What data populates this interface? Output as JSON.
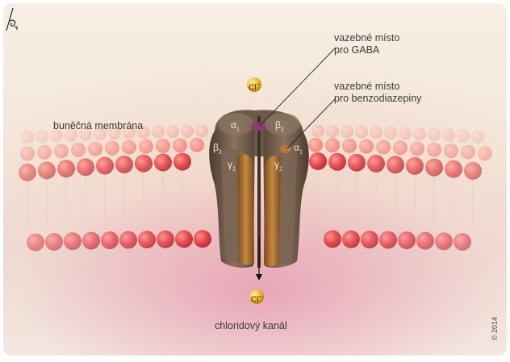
{
  "labels": {
    "gaba_site_line1": "vazebné místo",
    "gaba_site_line2": "pro GABA",
    "bzd_site_line1": "vazebné místo",
    "bzd_site_line2": "pro benzodiazepiny",
    "membrane": "buněčná membrána",
    "channel": "chloridový kanál"
  },
  "ion": {
    "symbol": "Cl",
    "charge": "−"
  },
  "subunits": [
    {
      "id": "alpha1-left",
      "letter": "α",
      "index": "1"
    },
    {
      "id": "beta2-right",
      "letter": "β",
      "index": "2"
    },
    {
      "id": "beta2-left",
      "letter": "β",
      "index": "2"
    },
    {
      "id": "alpha1-right",
      "letter": "α",
      "index": "1"
    },
    {
      "id": "gamma2-left",
      "letter": "γ",
      "index": "2"
    },
    {
      "id": "gamma2-right",
      "letter": "γ",
      "index": "2"
    }
  ],
  "copyright": "© 2014",
  "colors": {
    "lipid_head": "#e8323a",
    "lipid_head_far": "#f2a69a",
    "protein": "#6e5a4a",
    "protein_dark": "#4f3f33",
    "channel_inner": "#b07030",
    "gaba_site": "#8e3a78",
    "ion": "#e2a82a"
  }
}
